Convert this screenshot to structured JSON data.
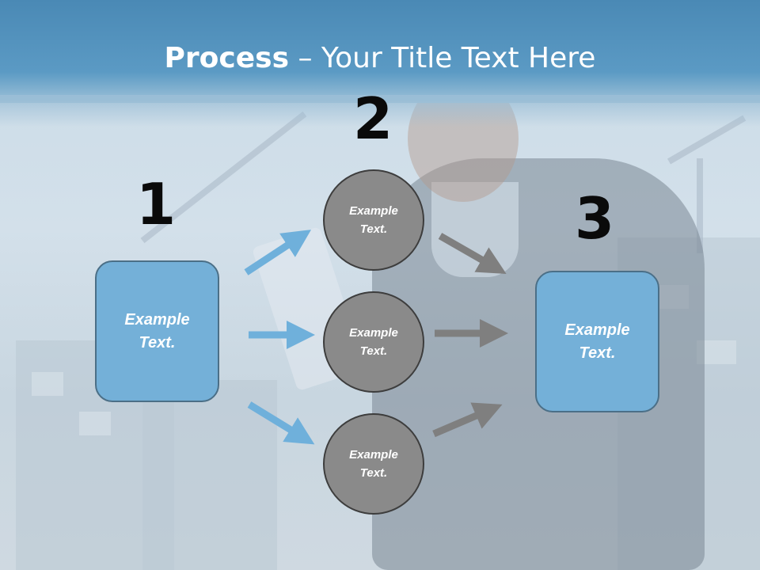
{
  "title": {
    "bold": "Process",
    "rest": " – Your Title Text Here"
  },
  "steps": {
    "one": "1",
    "two": "2",
    "three": "3"
  },
  "left_box": {
    "text": "Example Text."
  },
  "right_box": {
    "text": "Example Text."
  },
  "circles": [
    {
      "text": "Example Text."
    },
    {
      "text": "Example Text."
    },
    {
      "text": "Example Text."
    }
  ],
  "colors": {
    "header_blue": "#4a89b5",
    "box_blue": "#74b0d8",
    "circle_gray": "#8a8a8a",
    "arrow_blue": "#6fb0db",
    "arrow_gray": "#7f7f7f"
  }
}
